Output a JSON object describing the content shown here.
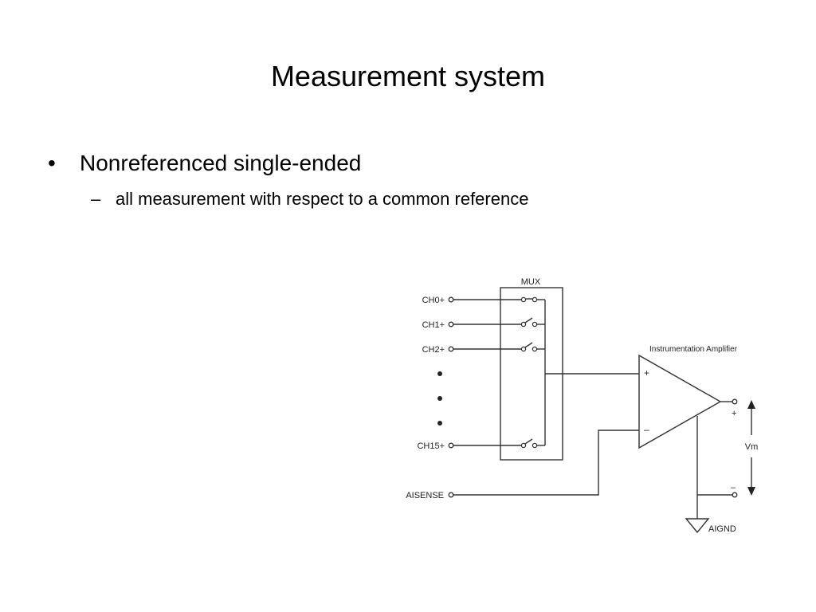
{
  "slide": {
    "title": "Measurement system",
    "bullets": [
      {
        "marker": "•",
        "text": "Nonreferenced single-ended",
        "sub": [
          {
            "marker": "–",
            "text": "all measurement with respect to a common reference"
          }
        ]
      }
    ]
  },
  "diagram": {
    "mux_label": "MUX",
    "channels": [
      "CH0+",
      "CH1+",
      "CH2+",
      "CH15+"
    ],
    "aisense_label": "AISENSE",
    "amplifier_label": "Instrumentation Amplifier",
    "input_plus": "+",
    "input_minus": "–",
    "output_plus": "+",
    "output_minus": "–",
    "output_label": "Vm",
    "ground_label": "AIGND"
  }
}
